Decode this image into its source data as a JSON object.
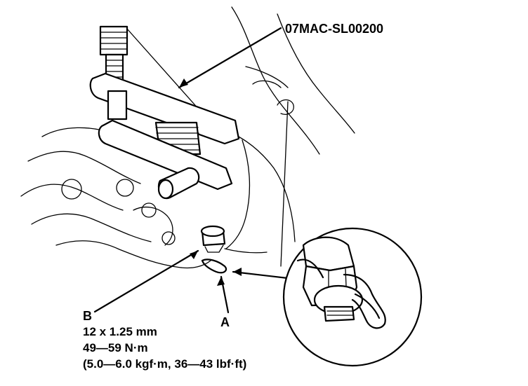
{
  "tool_label": "07MAC-SL00200",
  "callout_a": "A",
  "callout_b": "B",
  "spec": {
    "thread": "12 x 1.25 mm",
    "torque_nm": "49—59 N·m",
    "torque_other": "(5.0—6.0 kgf·m, 36—43 lbf·ft)"
  },
  "colors": {
    "ink": "#000000",
    "background": "#ffffff"
  }
}
